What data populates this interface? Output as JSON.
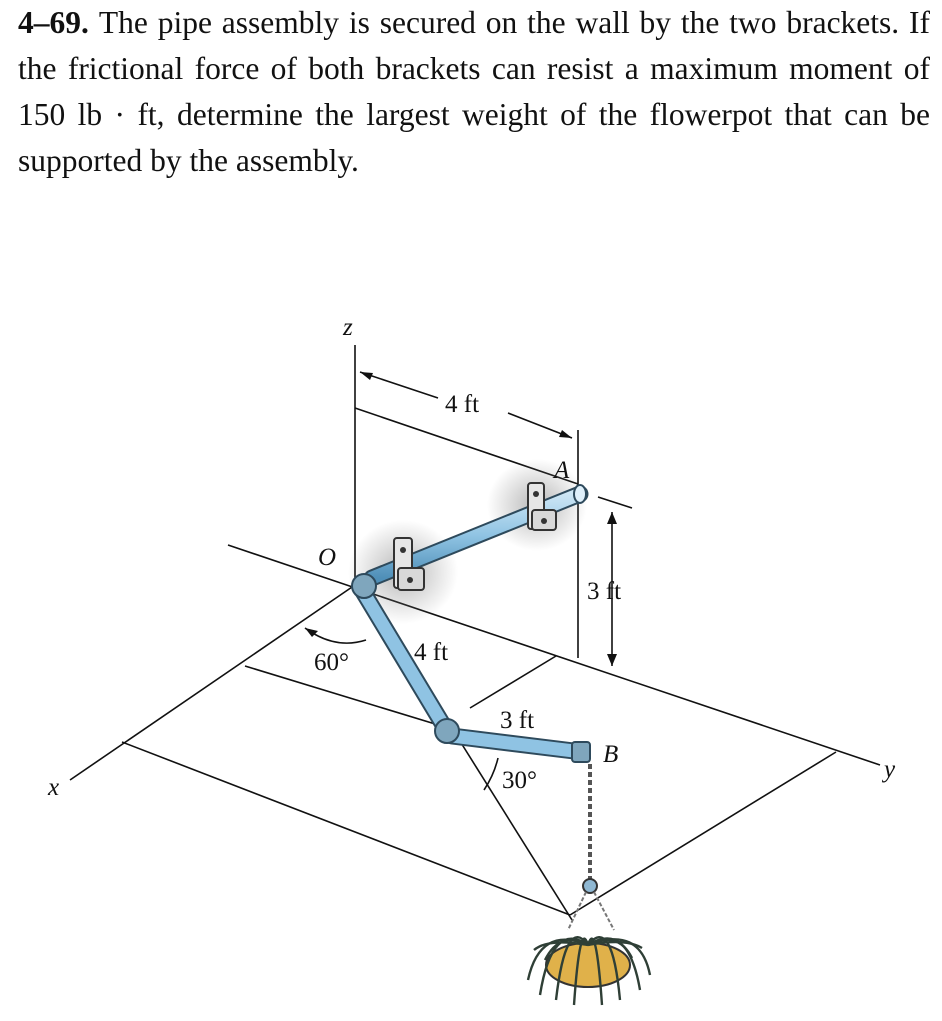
{
  "problem": {
    "number": "4–69.",
    "text": "The pipe assembly is secured on the wall by the two brackets. If the frictional force of both brackets can resist a maximum moment of 150 lb · ft, determine the largest weight of the flowerpot that can be supported by the assembly."
  },
  "figure": {
    "axis_z": "z",
    "axis_x": "x",
    "axis_y": "y",
    "point_o": "O",
    "point_a": "A",
    "point_b": "B",
    "dim_top": "4 ft",
    "dim_vertical": "3 ft",
    "dim_pipe_diag": "4 ft",
    "dim_pipe_short": "3 ft",
    "angle_60": "60°",
    "angle_30": "30°"
  }
}
